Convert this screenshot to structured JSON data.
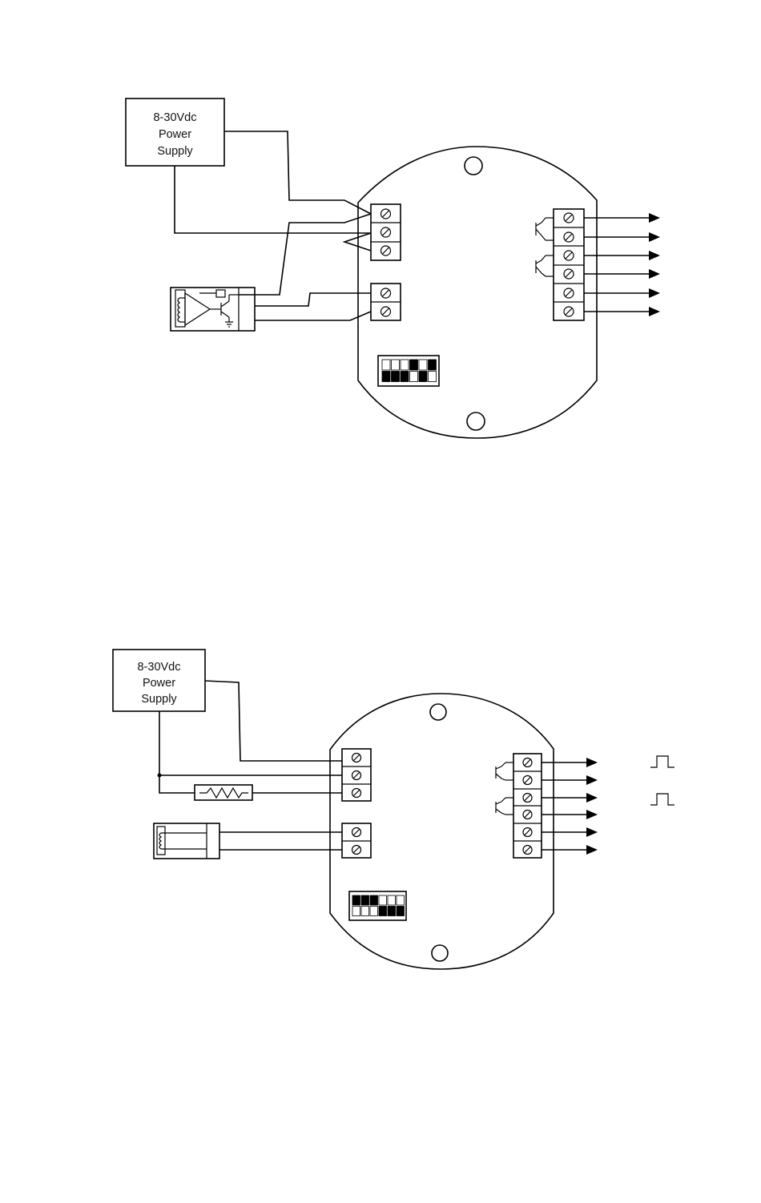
{
  "diagrams": [
    {
      "power_supply": {
        "line1": "8-30Vdc",
        "line2": "Power",
        "line3": "Supply"
      },
      "dip_switch": {
        "top": [
          0,
          0,
          0,
          1,
          0,
          1
        ],
        "bottom": [
          1,
          1,
          1,
          0,
          1,
          0
        ]
      }
    },
    {
      "power_supply": {
        "line1": "8-30Vdc",
        "line2": "Power",
        "line3": "Supply"
      },
      "dip_switch": {
        "top": [
          1,
          1,
          1,
          0,
          0,
          0
        ],
        "bottom": [
          0,
          0,
          0,
          1,
          1,
          1
        ]
      }
    }
  ]
}
